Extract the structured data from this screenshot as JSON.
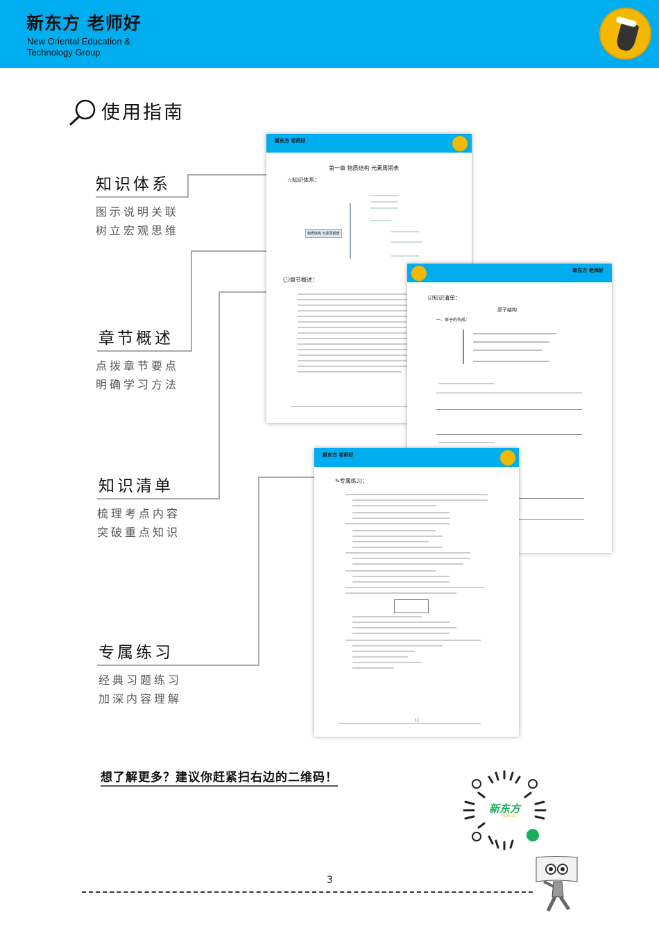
{
  "header": {
    "brand_cn": "新东方 老师好",
    "brand_en_1": "New Oriental Education &",
    "brand_en_2": "Technology Group"
  },
  "guide": {
    "title": "使用指南"
  },
  "sections": [
    {
      "title": "知识体系",
      "sub1": "图示说明关联",
      "sub2": "树立宏观思维"
    },
    {
      "title": "章节概述",
      "sub1": "点拨章节要点",
      "sub2": "明确学习方法"
    },
    {
      "title": "知识清单",
      "sub1": "梳理考点内容",
      "sub2": "突破重点知识"
    },
    {
      "title": "专属练习",
      "sub1": "经典习题练习",
      "sub2": "加深内容理解"
    }
  ],
  "mockups": {
    "brand": "新东方 老师好",
    "p1": {
      "chapter": "第一章 物质结构 元素周期表",
      "knowledge": "知识体系：",
      "root": "物质结构 元素周期表",
      "overview": "章节概述："
    },
    "p2": {
      "list": "知识清单：",
      "topic": "原子结构",
      "item": "一、原子的构成："
    },
    "p3": {
      "practice": "专属练习：",
      "page": "11"
    }
  },
  "cta": "想了解更多？建议你赶紧扫右边的二维码！",
  "qr": {
    "logo": "新东方",
    "sub": "XDF.CN",
    "color": "#1aad5c"
  },
  "page_number": "3"
}
